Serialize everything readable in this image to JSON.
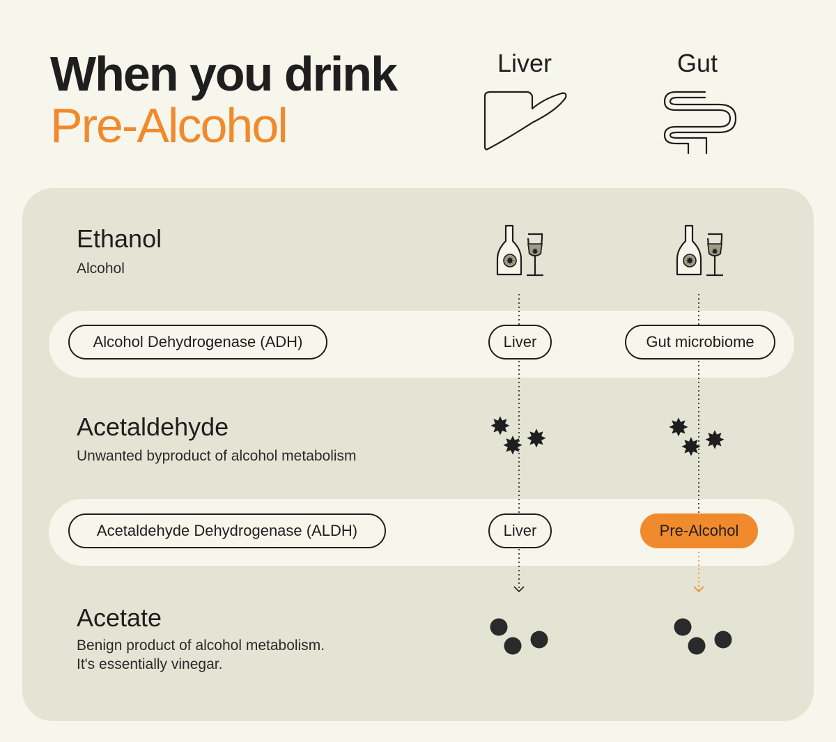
{
  "title": {
    "line1": "When you drink",
    "line2": "Pre-Alcohol"
  },
  "columns": {
    "liver": "Liver",
    "gut": "Gut"
  },
  "rows": {
    "ethanol": {
      "title": "Ethanol",
      "subtitle": "Alcohol"
    },
    "acetaldehyde": {
      "title": "Acetaldehyde",
      "subtitle": "Unwanted byproduct of alcohol metabolism"
    },
    "acetate": {
      "title": "Acetate",
      "subtitle_line1": "Benign product of alcohol metabolism.",
      "subtitle_line2": "It's essentially vinegar."
    }
  },
  "enzymes": {
    "adh": {
      "label": "Alcohol Dehydrogenase (ADH)",
      "liver": "Liver",
      "gut": "Gut microbiome"
    },
    "aldh": {
      "label": "Acetaldehyde Dehydrogenase (ALDH)",
      "liver": "Liver",
      "gut": "Pre-Alcohol"
    }
  },
  "colors": {
    "accent": "#f08a2c",
    "ink": "#1e1e1e",
    "panel": "#e3e4d3",
    "background": "#f6f6ec"
  },
  "icons": [
    "liver-icon",
    "gut-icon",
    "bottle-and-glass-icon",
    "starburst-molecule-icon",
    "dot-molecule-icon",
    "dotted-arrow"
  ]
}
